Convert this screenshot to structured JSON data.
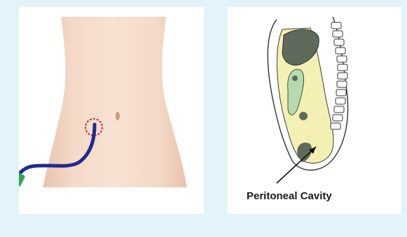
{
  "figure": {
    "left_panel": {
      "subject": "abdomen with peritoneal dialysis catheter",
      "catheter_color": "#1f2a8c",
      "connector_color": "#2fa84f",
      "exit_site_marker_color": "#d62b2b",
      "skin_color": "#f1d2bd"
    },
    "right_panel": {
      "subject": "sagittal cross-section of abdomen",
      "caption": "Peritoneal Cavity",
      "cavity_fill_color": "#f4f0b4",
      "organ_color": "#5f6a5d"
    }
  }
}
